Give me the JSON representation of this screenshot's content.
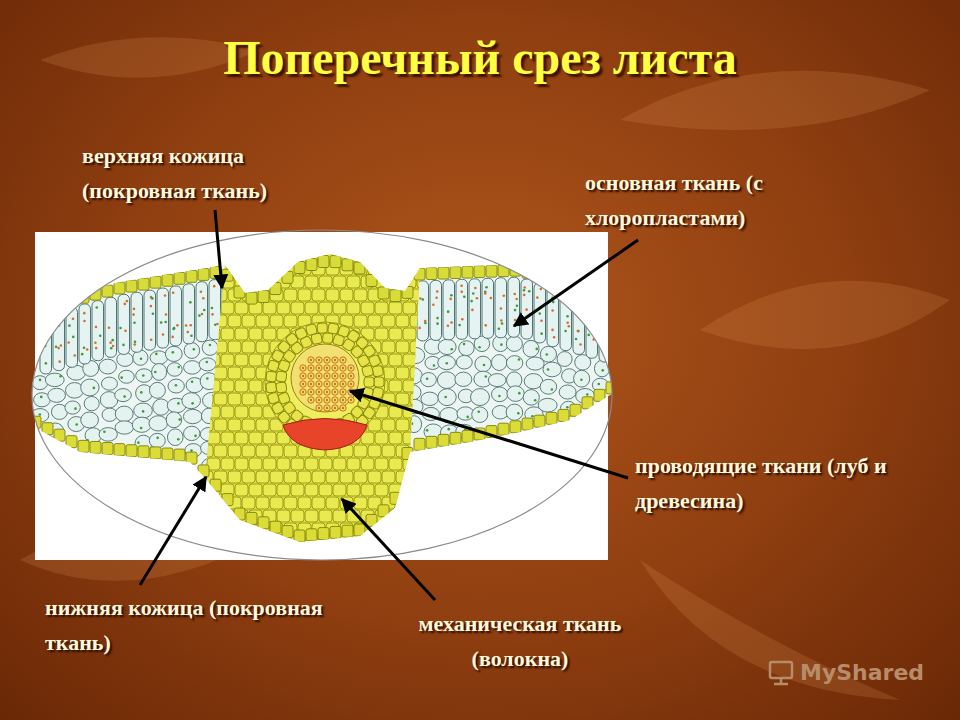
{
  "diagram": {
    "title": "Поперечный срез листа",
    "labels": [
      "верхняя кожица (покровная ткань)",
      "основная ткань (с хлоропластами)",
      "проводящие ткани (луб и древесина)",
      "нижняя кожица (покровная ткань)",
      "механическая ткань (волокна)",
      "MyShared"
    ]
  }
}
